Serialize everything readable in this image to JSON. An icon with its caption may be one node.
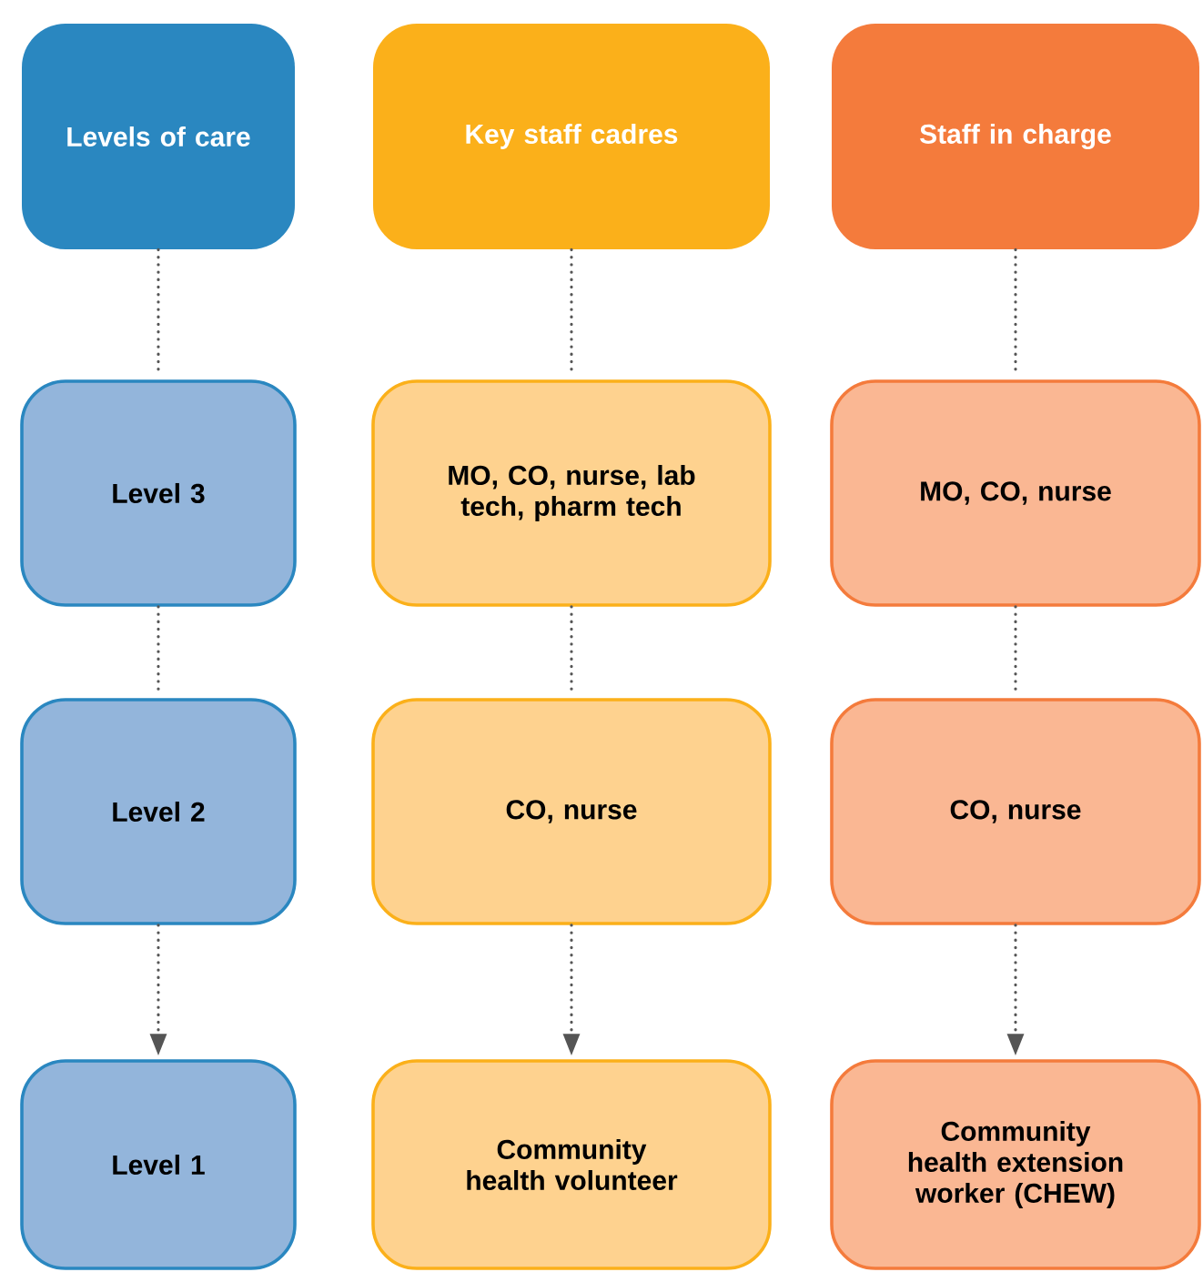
{
  "diagram": {
    "nodes": [
      {
        "text": [
          "Levels of care"
        ]
      },
      {
        "text": [
          "Key staff cadres"
        ]
      },
      {
        "text": [
          "Staff in charge"
        ]
      },
      {
        "text": [
          "Level 3"
        ]
      },
      {
        "text": [
          "MO, CO, nurse, lab tech, pharm tech"
        ]
      },
      {
        "text": [
          "MO, CO, nurse"
        ]
      },
      {
        "text": [
          "Level 2"
        ]
      },
      {
        "text": [
          "CO, nurse"
        ]
      },
      {
        "text": [
          "CO, nurse"
        ]
      },
      {
        "text": [
          "Level 1"
        ]
      },
      {
        "text": [
          "Community health volunteer"
        ]
      },
      {
        "text": [
          "Community health extension worker (CHEW)"
        ]
      }
    ],
    "edges": [
      {
        "from": 0,
        "to": 3,
        "arrow": "none"
      },
      {
        "from": 1,
        "to": 4,
        "arrow": "none"
      },
      {
        "from": 2,
        "to": 5,
        "arrow": "none"
      },
      {
        "from": 3,
        "to": 6,
        "arrow": "none"
      },
      {
        "from": 4,
        "to": 7,
        "arrow": "none"
      },
      {
        "from": 5,
        "to": 8,
        "arrow": "none"
      },
      {
        "from": 6,
        "to": 9,
        "arrow": "to"
      },
      {
        "from": 7,
        "to": 10,
        "arrow": "to"
      },
      {
        "from": 8,
        "to": 11,
        "arrow": "to"
      }
    ]
  }
}
